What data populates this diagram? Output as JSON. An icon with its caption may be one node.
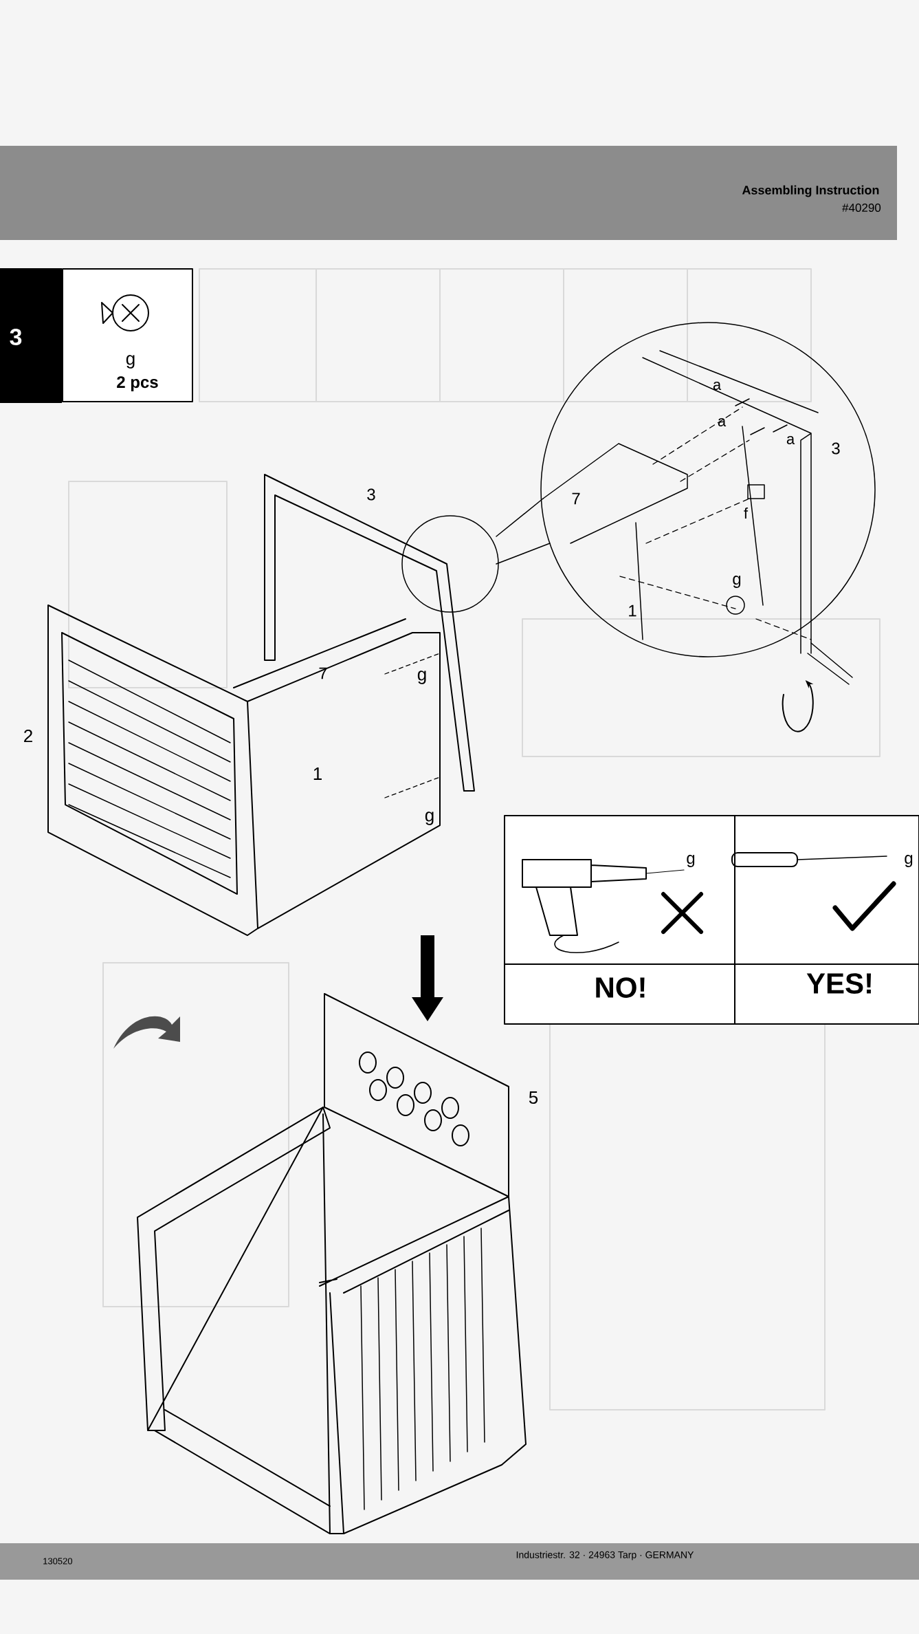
{
  "diagram": {
    "title": "Assembling Instruction",
    "labels": [
      "#40290",
      "3",
      "g",
      "2 pcs",
      "a",
      "a",
      "a",
      "3",
      "7",
      "f",
      "g",
      "1",
      "3",
      "7",
      "g",
      "2",
      "1",
      "g",
      "g",
      "g",
      "NO!",
      "YES!",
      "5",
      "130520",
      "Industriestr. 32 · 24963 Tarp · GERMANY"
    ]
  }
}
